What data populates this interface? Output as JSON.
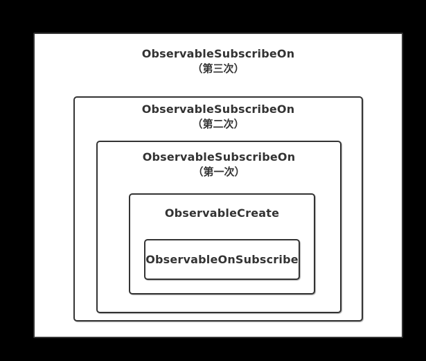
{
  "page": {
    "background_color": "#000000",
    "surface_color": "#ffffff",
    "border_color": "#333333",
    "text_color": "#333333"
  },
  "diagram": {
    "outer_box": {
      "title": "ObservableSubscribeOn",
      "subtitle": "（第三次）"
    },
    "middle_box": {
      "title": "ObservableSubscribeOn",
      "subtitle": "（第二次）"
    },
    "inner_box": {
      "title": "ObservableSubscribeOn",
      "subtitle": "（第一次）"
    },
    "create_box": {
      "title": "ObservableCreate"
    },
    "on_subscribe_box": {
      "title": "ObservableOnSubscribe"
    }
  }
}
